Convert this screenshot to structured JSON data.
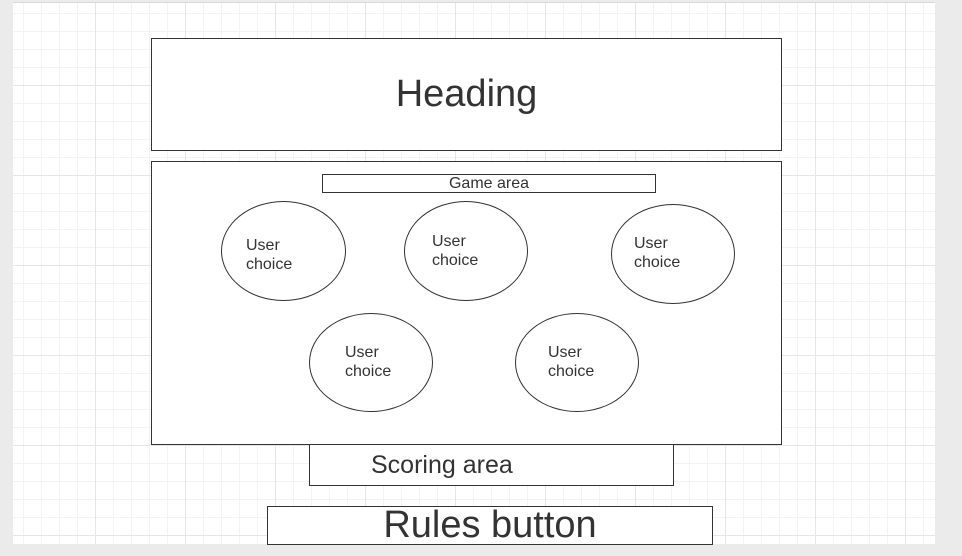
{
  "heading": {
    "label": "Heading"
  },
  "game_area": {
    "label": "Game area",
    "choices": [
      {
        "line1": "User",
        "line2": "choice"
      },
      {
        "line1": "User",
        "line2": "choice"
      },
      {
        "line1": "User",
        "line2": "choice"
      },
      {
        "line1": "User",
        "line2": "choice"
      },
      {
        "line1": "User",
        "line2": "choice"
      }
    ]
  },
  "scoring_area": {
    "label": "Scoring area"
  },
  "rules_button": {
    "label": "Rules button"
  },
  "colors": {
    "stroke": "#333333",
    "canvas": "#ffffff",
    "page_background": "#ebebeb",
    "grid": "#e6e6e6"
  }
}
